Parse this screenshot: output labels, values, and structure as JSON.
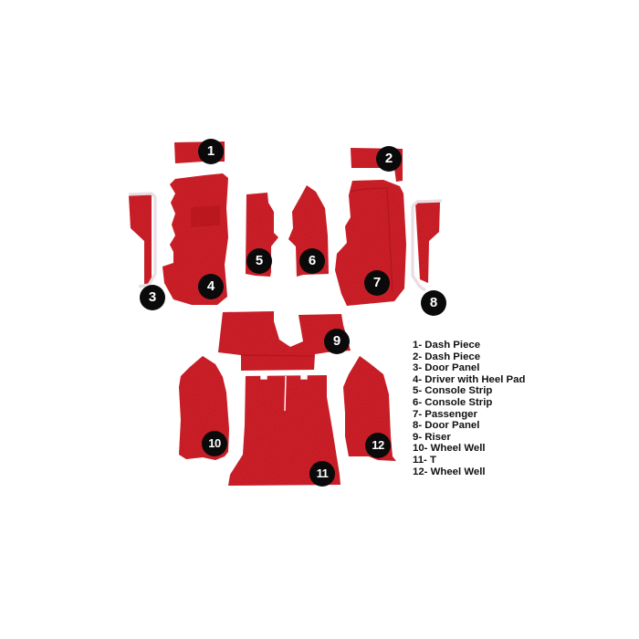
{
  "colors": {
    "carpet": "#c8191e",
    "carpet_dark": "#a81216",
    "trim": "#e9dde3",
    "badge_bg": "#0a0a0a",
    "badge_text": "#ffffff",
    "background": "#ffffff"
  },
  "pieces": [
    {
      "number": "1",
      "name": "Dash Piece"
    },
    {
      "number": "2",
      "name": "Dash Piece"
    },
    {
      "number": "3",
      "name": "Door Panel"
    },
    {
      "number": "4",
      "name": "Driver with Heel Pad"
    },
    {
      "number": "5",
      "name": "Console Strip"
    },
    {
      "number": "6",
      "name": "Console Strip"
    },
    {
      "number": "7",
      "name": "Passenger"
    },
    {
      "number": "8",
      "name": "Door Panel"
    },
    {
      "number": "9",
      "name": "Riser"
    },
    {
      "number": "10",
      "name": "Wheel Well"
    },
    {
      "number": "11",
      "name": "T"
    },
    {
      "number": "12",
      "name": "Wheel Well"
    }
  ],
  "legend": [
    "1- Dash Piece",
    "2- Dash Piece",
    "3- Door Panel",
    "4- Driver with Heel Pad",
    "5- Console Strip",
    "6- Console Strip",
    "7- Passenger",
    "8- Door Panel",
    "9- Riser",
    "10- Wheel Well",
    "11- T",
    "12- Wheel Well"
  ]
}
